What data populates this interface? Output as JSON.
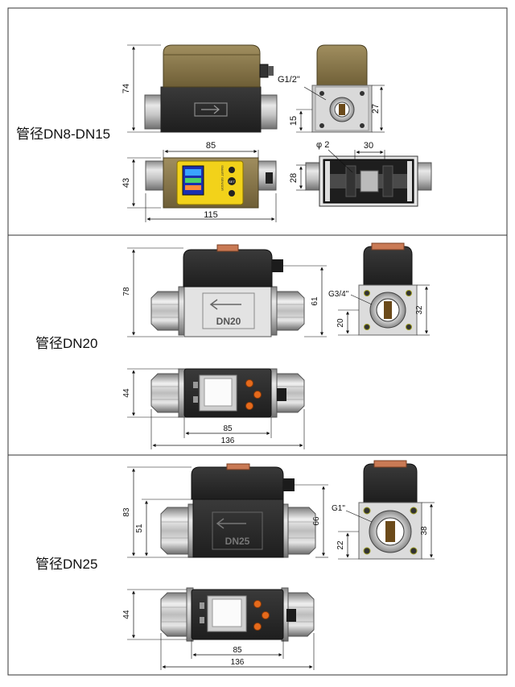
{
  "sections": [
    {
      "label": "管径DN8-DN15",
      "dims": {
        "height_top": "74",
        "body_length": "85",
        "height_front": "43",
        "total_length": "115",
        "thread": "G1/2\"",
        "port_height": "27",
        "center_height": "15",
        "hole_dia": "φ 2",
        "channel_len": "30",
        "section_height": "28"
      },
      "display": {
        "brand": "SMART SENSOR",
        "button": "SET"
      }
    },
    {
      "label": "管径DN20",
      "dims": {
        "height_total": "78",
        "height_body": "61",
        "thread": "G3/4\"",
        "port_height": "32",
        "center_height": "20",
        "height_front": "44",
        "body_length": "85",
        "total_length": "136"
      },
      "marking": "DN20"
    },
    {
      "label": "管径DN25",
      "dims": {
        "height_total": "83",
        "height_fitting": "51",
        "height_body": "66",
        "thread": "G1\"",
        "port_height": "38",
        "center_height": "22",
        "height_front": "44",
        "body_length": "85",
        "total_length": "136"
      },
      "marking": "DN25"
    }
  ],
  "colors": {
    "brass": "#8f7d52",
    "body_dark": "#2b2b2b",
    "fitting": "#a9a9a9",
    "yellow_panel": "#f2d21a",
    "orange_button": "#e56a1c"
  }
}
